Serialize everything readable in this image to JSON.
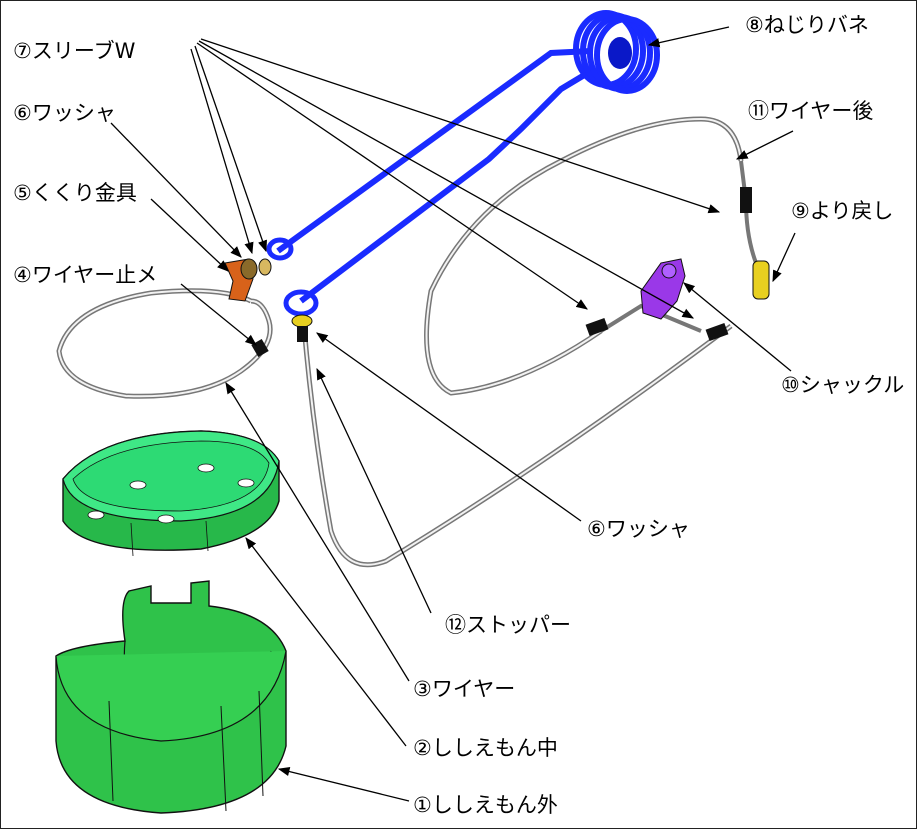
{
  "labels": {
    "sleeve_w": "⑦スリーブW",
    "washer_top": "⑥ワッシャ",
    "kukuri": "⑤くくり金具",
    "wire_stop": "④ワイヤー止メ",
    "torsion_spring": "⑧ねじりバネ",
    "wire_rear": "⑪ワイヤー後",
    "swivel": "⑨より戻し",
    "shackle": "⑩シャックル",
    "washer_mid": "⑥ワッシャ",
    "stopper": "⑫ストッパー",
    "wire": "③ワイヤー",
    "shishiemon_mid": "②ししえもん中",
    "shishiemon_outer": "①ししえもん外"
  },
  "colors": {
    "spring_blue": "#1a2bff",
    "green_light": "#33e07a",
    "green_dark": "#22b83a",
    "shackle_purple": "#9a38e8",
    "swivel_yellow": "#e8d020",
    "kukuri_orange": "#d8621a",
    "wire_gray": "#8a8a8a"
  }
}
